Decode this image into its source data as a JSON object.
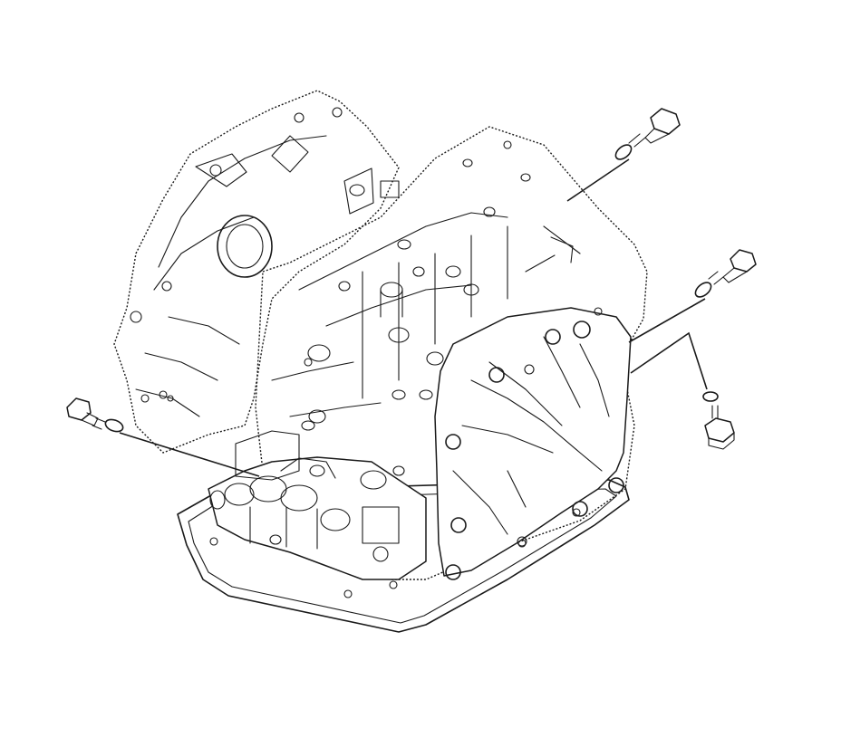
{
  "diagram": {
    "subject": "automatic-transaxle-assembly",
    "style": "line-art",
    "colors": {
      "ink": "#1a1a1a",
      "background": "#ffffff"
    },
    "callout_parts": [
      {
        "name": "bolt",
        "count": 1
      },
      {
        "name": "bolt",
        "count": 1
      },
      {
        "name": "bolt",
        "count": 1
      },
      {
        "name": "drain-plug",
        "count": 1
      }
    ]
  }
}
